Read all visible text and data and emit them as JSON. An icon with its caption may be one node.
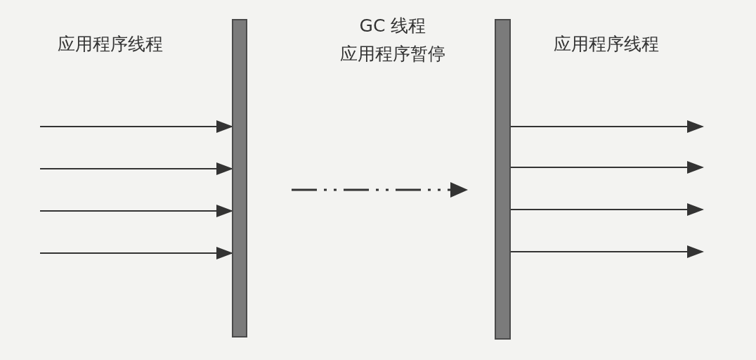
{
  "diagram": {
    "nodes": [
      {
        "text": [],
        "shape": "bar"
      },
      {
        "text": [],
        "shape": "bar"
      }
    ],
    "edges": [
      {
        "from": null,
        "to": 0,
        "arrow": "to"
      },
      {
        "from": null,
        "to": 0,
        "arrow": "to"
      },
      {
        "from": null,
        "to": 0,
        "arrow": "to"
      },
      {
        "from": null,
        "to": 0,
        "arrow": "to"
      },
      {
        "from": 1,
        "to": null,
        "arrow": "to"
      },
      {
        "from": 1,
        "to": null,
        "arrow": "to"
      },
      {
        "from": 1,
        "to": null,
        "arrow": "to"
      },
      {
        "from": 1,
        "to": null,
        "arrow": "to"
      }
    ],
    "labels": [
      "应用程序线程",
      "GC 线程",
      "应用程序暂停",
      "应用程序线程"
    ]
  }
}
